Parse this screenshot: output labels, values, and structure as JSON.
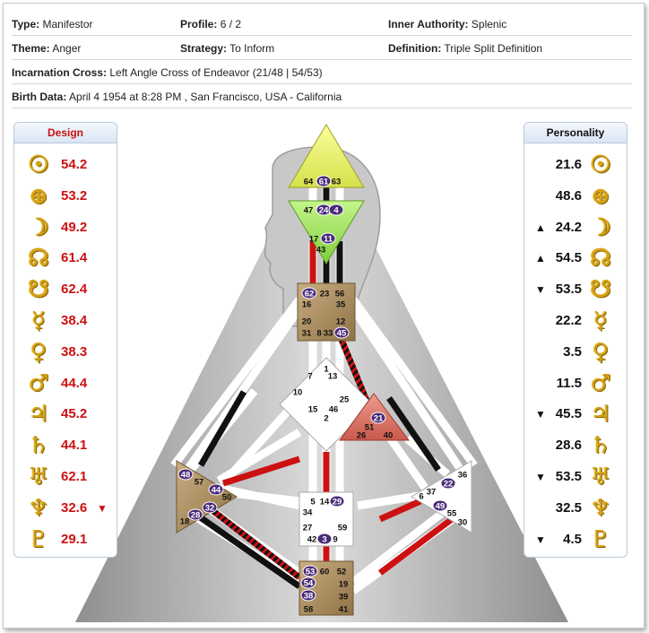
{
  "header": {
    "type_label": "Type:",
    "type_value": "Manifestor",
    "profile_label": "Profile:",
    "profile_value": "6 / 2",
    "authority_label": "Inner Authority:",
    "authority_value": "Splenic",
    "theme_label": "Theme:",
    "theme_value": "Anger",
    "strategy_label": "Strategy:",
    "strategy_value": "To Inform",
    "definition_label": "Definition:",
    "definition_value": "Triple Split Definition",
    "cross_label": "Incarnation Cross:",
    "cross_value": "Left Angle Cross of Endeavor (21/48 | 54/53)",
    "birth_label": "Birth Data:",
    "birth_value": "April 4 1954 at 8:28 PM , San Francisco, USA - California"
  },
  "design_panel": {
    "title": "Design",
    "rows": [
      {
        "planet": "sun-icon",
        "glyph": "☉",
        "value": "54.2",
        "arrow": ""
      },
      {
        "planet": "earth-icon",
        "glyph": "⊕",
        "value": "53.2",
        "arrow": ""
      },
      {
        "planet": "moon-icon",
        "glyph": "☽",
        "value": "49.2",
        "arrow": ""
      },
      {
        "planet": "north-node-icon",
        "glyph": "☊",
        "value": "61.4",
        "arrow": ""
      },
      {
        "planet": "south-node-icon",
        "glyph": "☋",
        "value": "62.4",
        "arrow": ""
      },
      {
        "planet": "mercury-icon",
        "glyph": "☿",
        "value": "38.4",
        "arrow": ""
      },
      {
        "planet": "venus-icon",
        "glyph": "♀",
        "value": "38.3",
        "arrow": ""
      },
      {
        "planet": "mars-icon",
        "glyph": "♂",
        "value": "44.4",
        "arrow": ""
      },
      {
        "planet": "jupiter-icon",
        "glyph": "♃",
        "value": "45.2",
        "arrow": ""
      },
      {
        "planet": "saturn-icon",
        "glyph": "♄",
        "value": "44.1",
        "arrow": ""
      },
      {
        "planet": "uranus-icon",
        "glyph": "♅",
        "value": "62.1",
        "arrow": ""
      },
      {
        "planet": "neptune-icon",
        "glyph": "♆",
        "value": "32.6",
        "arrow": "▼"
      },
      {
        "planet": "pluto-icon",
        "glyph": "♇",
        "value": "29.1",
        "arrow": ""
      }
    ]
  },
  "personality_panel": {
    "title": "Personality",
    "rows": [
      {
        "planet": "sun-icon",
        "glyph": "☉",
        "value": "21.6",
        "arrow": ""
      },
      {
        "planet": "earth-icon",
        "glyph": "⊕",
        "value": "48.6",
        "arrow": ""
      },
      {
        "planet": "moon-icon",
        "glyph": "☽",
        "value": "24.2",
        "arrow": "▲"
      },
      {
        "planet": "north-node-icon",
        "glyph": "☊",
        "value": "54.5",
        "arrow": "▲"
      },
      {
        "planet": "south-node-icon",
        "glyph": "☋",
        "value": "53.5",
        "arrow": "▼"
      },
      {
        "planet": "mercury-icon",
        "glyph": "☿",
        "value": "22.2",
        "arrow": ""
      },
      {
        "planet": "venus-icon",
        "glyph": "♀",
        "value": "3.5",
        "arrow": ""
      },
      {
        "planet": "mars-icon",
        "glyph": "♂",
        "value": "11.5",
        "arrow": ""
      },
      {
        "planet": "jupiter-icon",
        "glyph": "♃",
        "value": "45.5",
        "arrow": "▼"
      },
      {
        "planet": "saturn-icon",
        "glyph": "♄",
        "value": "28.6",
        "arrow": ""
      },
      {
        "planet": "uranus-icon",
        "glyph": "♅",
        "value": "53.5",
        "arrow": "▼"
      },
      {
        "planet": "neptune-icon",
        "glyph": "♆",
        "value": "32.5",
        "arrow": ""
      },
      {
        "planet": "pluto-icon",
        "glyph": "♇",
        "value": "4.5",
        "arrow": "▼"
      }
    ]
  },
  "bodygraph": {
    "colors": {
      "head": "#f0f572",
      "ajna": "#a6e85c",
      "throat": "#b79a6c",
      "center_white": "#ffffff",
      "heart": "#e0776a",
      "spleen": "#b79a6c",
      "root": "#b79a6c",
      "design": "#cc1111",
      "personality": "#111111",
      "badge": "#4a2a7a"
    },
    "gates": [
      {
        "n": "64",
        "active": false
      },
      {
        "n": "61",
        "active": true
      },
      {
        "n": "63",
        "active": false
      },
      {
        "n": "47",
        "active": false
      },
      {
        "n": "24",
        "active": true
      },
      {
        "n": "4",
        "active": true
      },
      {
        "n": "17",
        "active": false
      },
      {
        "n": "11",
        "active": true
      },
      {
        "n": "43",
        "active": false
      },
      {
        "n": "62",
        "active": true
      },
      {
        "n": "23",
        "active": false
      },
      {
        "n": "56",
        "active": false
      },
      {
        "n": "16",
        "active": false
      },
      {
        "n": "35",
        "active": false
      },
      {
        "n": "20",
        "active": false
      },
      {
        "n": "12",
        "active": false
      },
      {
        "n": "31",
        "active": false
      },
      {
        "n": "8",
        "active": false
      },
      {
        "n": "33",
        "active": false
      },
      {
        "n": "45",
        "active": true
      },
      {
        "n": "1",
        "active": false
      },
      {
        "n": "7",
        "active": false
      },
      {
        "n": "13",
        "active": false
      },
      {
        "n": "10",
        "active": false
      },
      {
        "n": "25",
        "active": false
      },
      {
        "n": "15",
        "active": false
      },
      {
        "n": "46",
        "active": false
      },
      {
        "n": "2",
        "active": false
      },
      {
        "n": "21",
        "active": true
      },
      {
        "n": "51",
        "active": false
      },
      {
        "n": "26",
        "active": false
      },
      {
        "n": "40",
        "active": false
      },
      {
        "n": "48",
        "active": true
      },
      {
        "n": "57",
        "active": false
      },
      {
        "n": "44",
        "active": true
      },
      {
        "n": "50",
        "active": false
      },
      {
        "n": "32",
        "active": true
      },
      {
        "n": "28",
        "active": true
      },
      {
        "n": "18",
        "active": false
      },
      {
        "n": "5",
        "active": false
      },
      {
        "n": "14",
        "active": false
      },
      {
        "n": "29",
        "active": true
      },
      {
        "n": "34",
        "active": false
      },
      {
        "n": "27",
        "active": false
      },
      {
        "n": "59",
        "active": false
      },
      {
        "n": "42",
        "active": false
      },
      {
        "n": "3",
        "active": true
      },
      {
        "n": "9",
        "active": false
      },
      {
        "n": "36",
        "active": false
      },
      {
        "n": "6",
        "active": false
      },
      {
        "n": "37",
        "active": false
      },
      {
        "n": "22",
        "active": true
      },
      {
        "n": "49",
        "active": true
      },
      {
        "n": "55",
        "active": false
      },
      {
        "n": "30",
        "active": false
      },
      {
        "n": "53",
        "active": true
      },
      {
        "n": "60",
        "active": false
      },
      {
        "n": "52",
        "active": false
      },
      {
        "n": "54",
        "active": true
      },
      {
        "n": "19",
        "active": false
      },
      {
        "n": "38",
        "active": true
      },
      {
        "n": "39",
        "active": false
      },
      {
        "n": "58",
        "active": false
      },
      {
        "n": "41",
        "active": false
      }
    ]
  }
}
